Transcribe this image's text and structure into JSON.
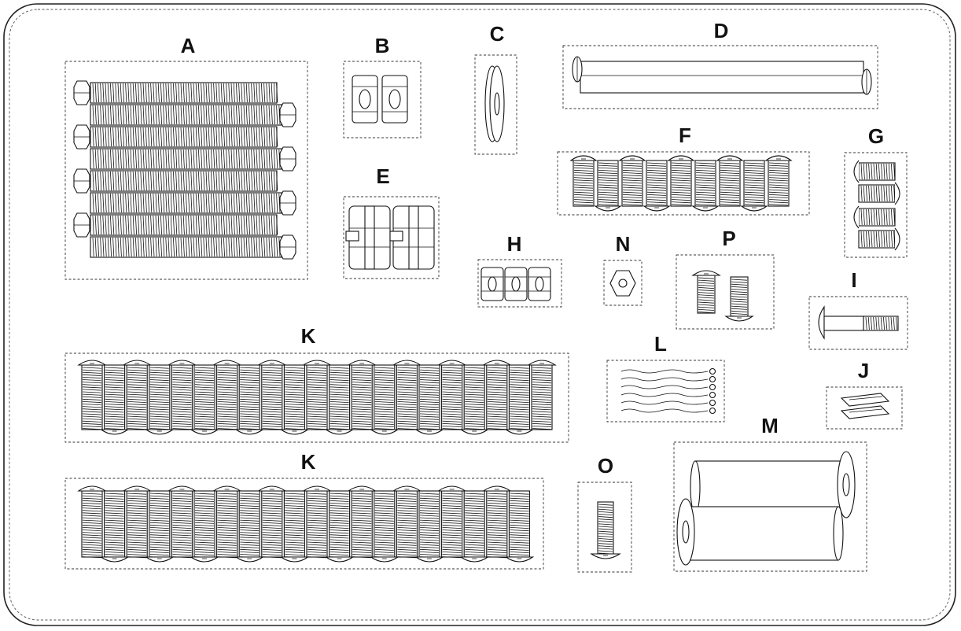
{
  "labels": {
    "A": "A",
    "B": "B",
    "C": "C",
    "D": "D",
    "E": "E",
    "F": "F",
    "G": "G",
    "H": "H",
    "N": "N",
    "P": "P",
    "I": "I",
    "K": "K",
    "L": "L",
    "J": "J",
    "M": "M",
    "O": "O"
  },
  "icons": {
    "A": "hex-bolt-icon",
    "B": "nylon-lock-nut-icon",
    "C": "flat-washer-icon",
    "D": "axle-pin-icon",
    "E": "castle-nut-icon",
    "F": "button-head-bolt-icon",
    "G": "button-head-bolt-icon",
    "H": "lock-nut-icon",
    "N": "hex-nut-icon",
    "P": "button-head-bolt-icon",
    "I": "carriage-bolt-icon",
    "K": "button-head-bolt-icon",
    "L": "cotter-pin-icon",
    "J": "spring-clip-icon",
    "M": "spacer-sleeve-icon",
    "O": "button-head-bolt-icon"
  }
}
